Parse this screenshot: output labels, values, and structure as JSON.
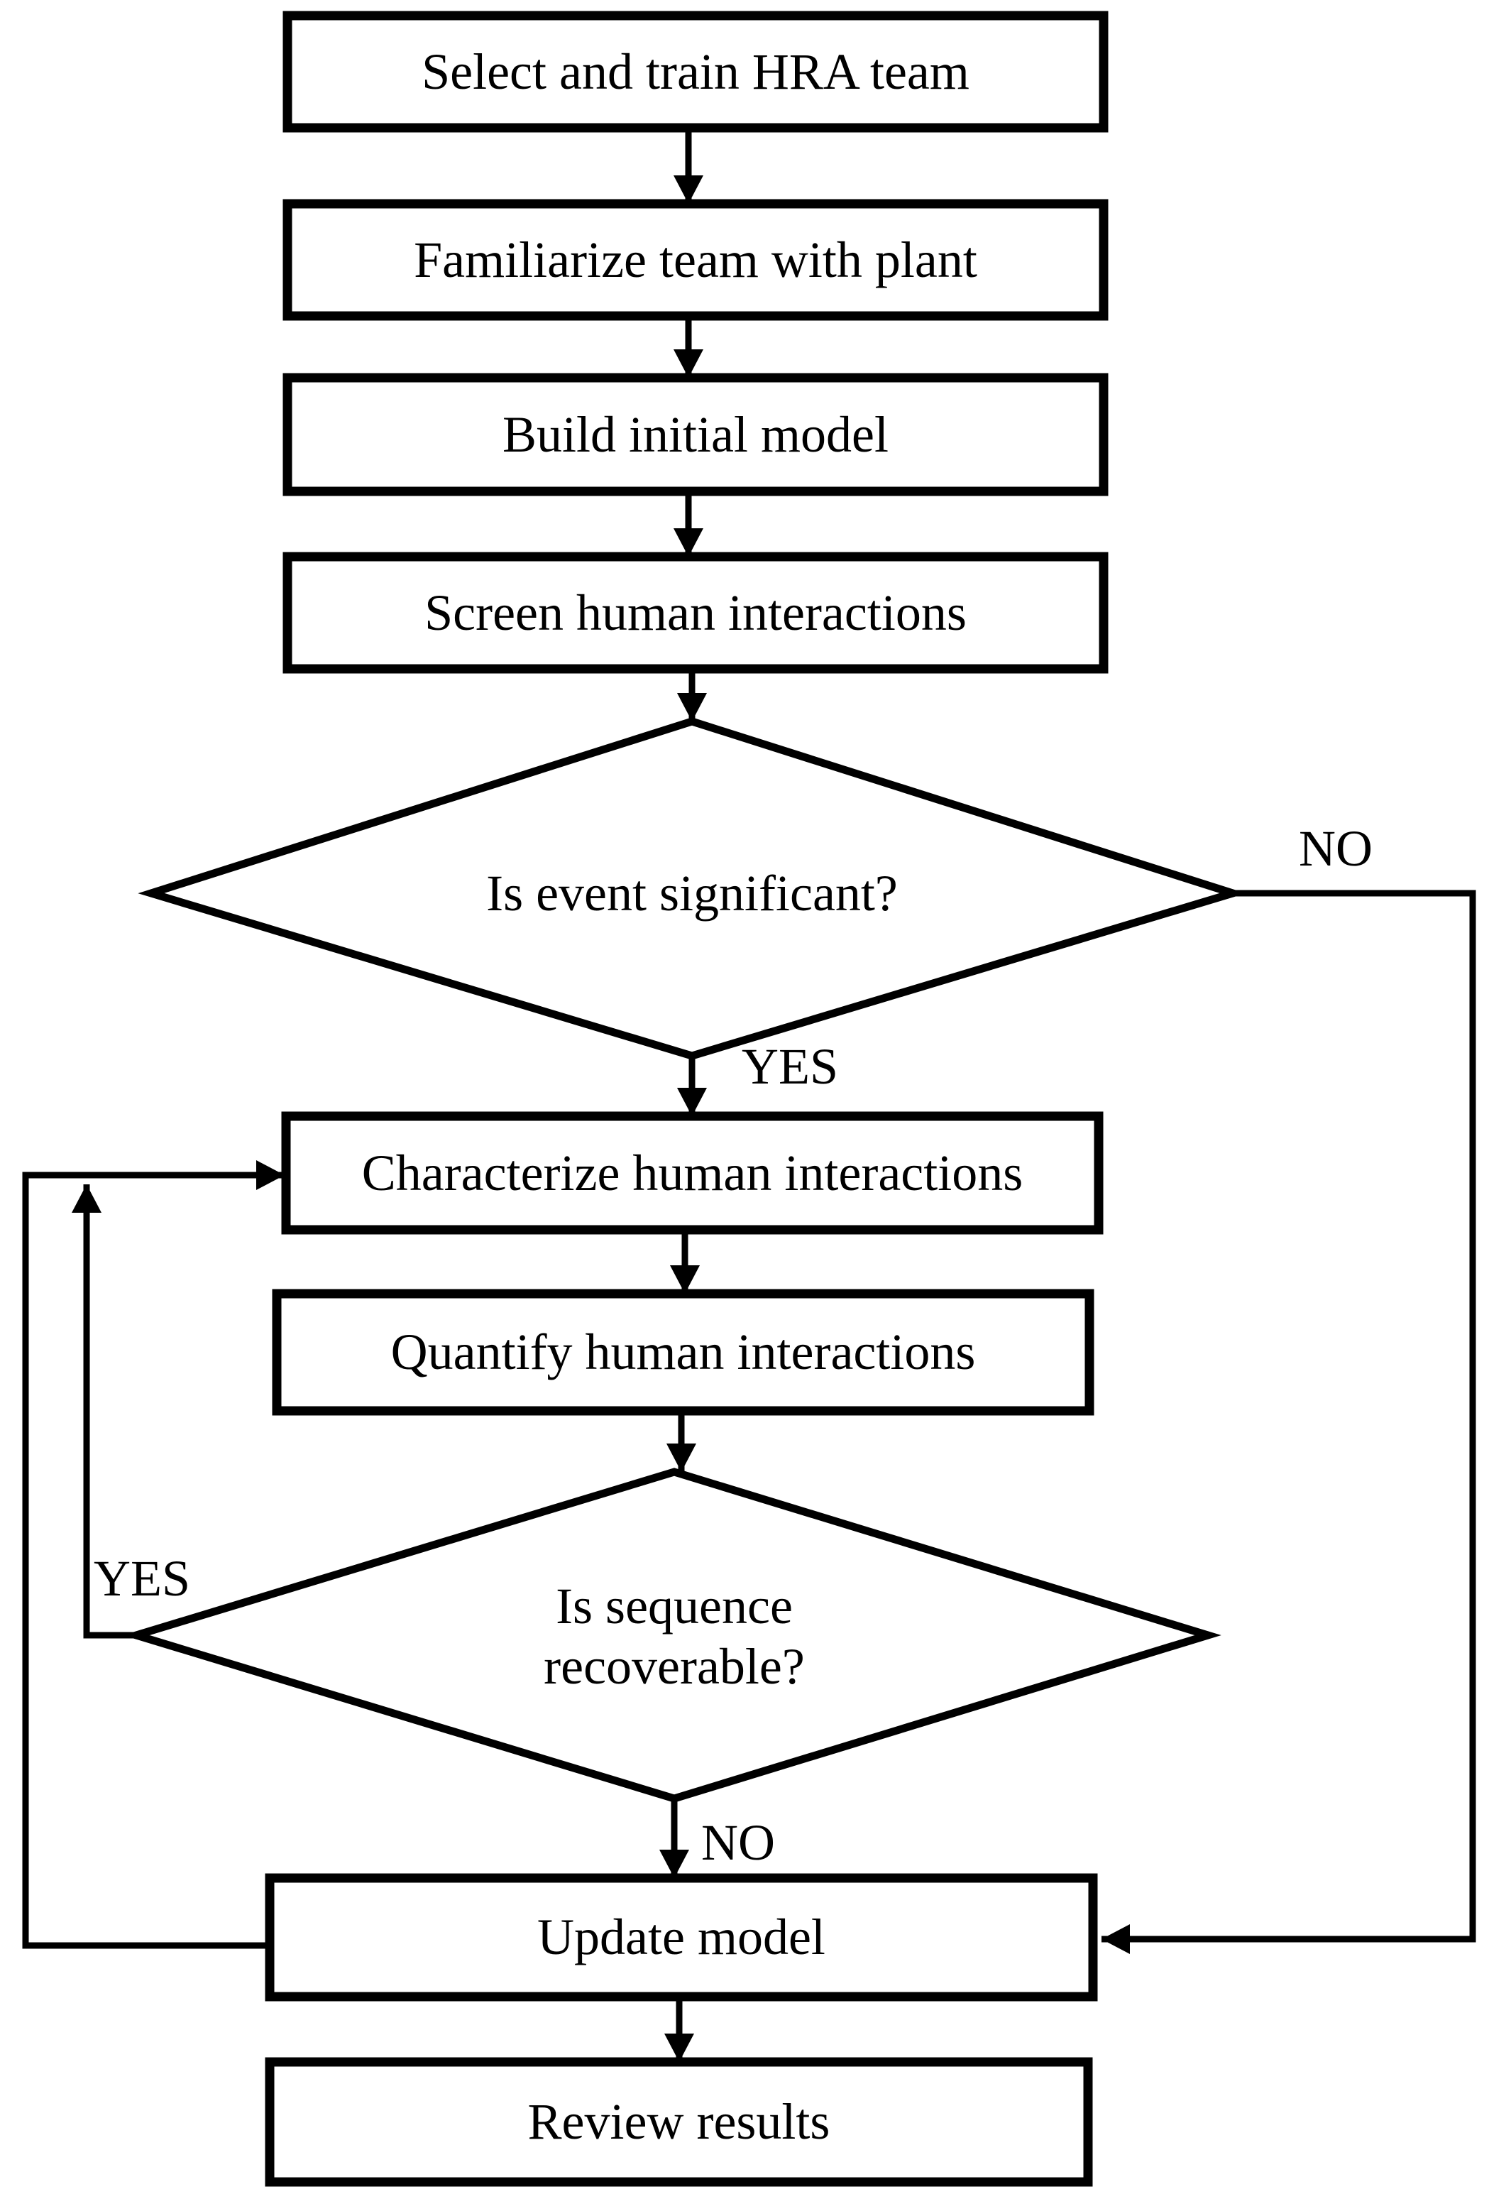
{
  "diagram_type": "flowchart",
  "colors": {
    "line": "#000000",
    "node_fill": "#ffffff",
    "text": "#000000",
    "background": "#ffffff"
  },
  "nodes": [
    {
      "id": "select-train",
      "type": "process",
      "label": "Select and train HRA team"
    },
    {
      "id": "familiarize",
      "type": "process",
      "label": "Familiarize team with plant"
    },
    {
      "id": "build-model",
      "type": "process",
      "label": "Build initial model"
    },
    {
      "id": "screen",
      "type": "process",
      "label": "Screen human interactions"
    },
    {
      "id": "significant",
      "type": "decision",
      "label": "Is event significant?"
    },
    {
      "id": "characterize",
      "type": "process",
      "label": "Characterize human interactions"
    },
    {
      "id": "quantify",
      "type": "process",
      "label": "Quantify human interactions"
    },
    {
      "id": "recoverable",
      "type": "decision",
      "label": "Is sequence\nrecoverable?"
    },
    {
      "id": "update-model",
      "type": "process",
      "label": "Update model"
    },
    {
      "id": "review",
      "type": "process",
      "label": "Review results"
    }
  ],
  "edge_labels": {
    "significant_yes": "YES",
    "significant_no": "NO",
    "recoverable_yes": "YES",
    "recoverable_no": "NO"
  }
}
